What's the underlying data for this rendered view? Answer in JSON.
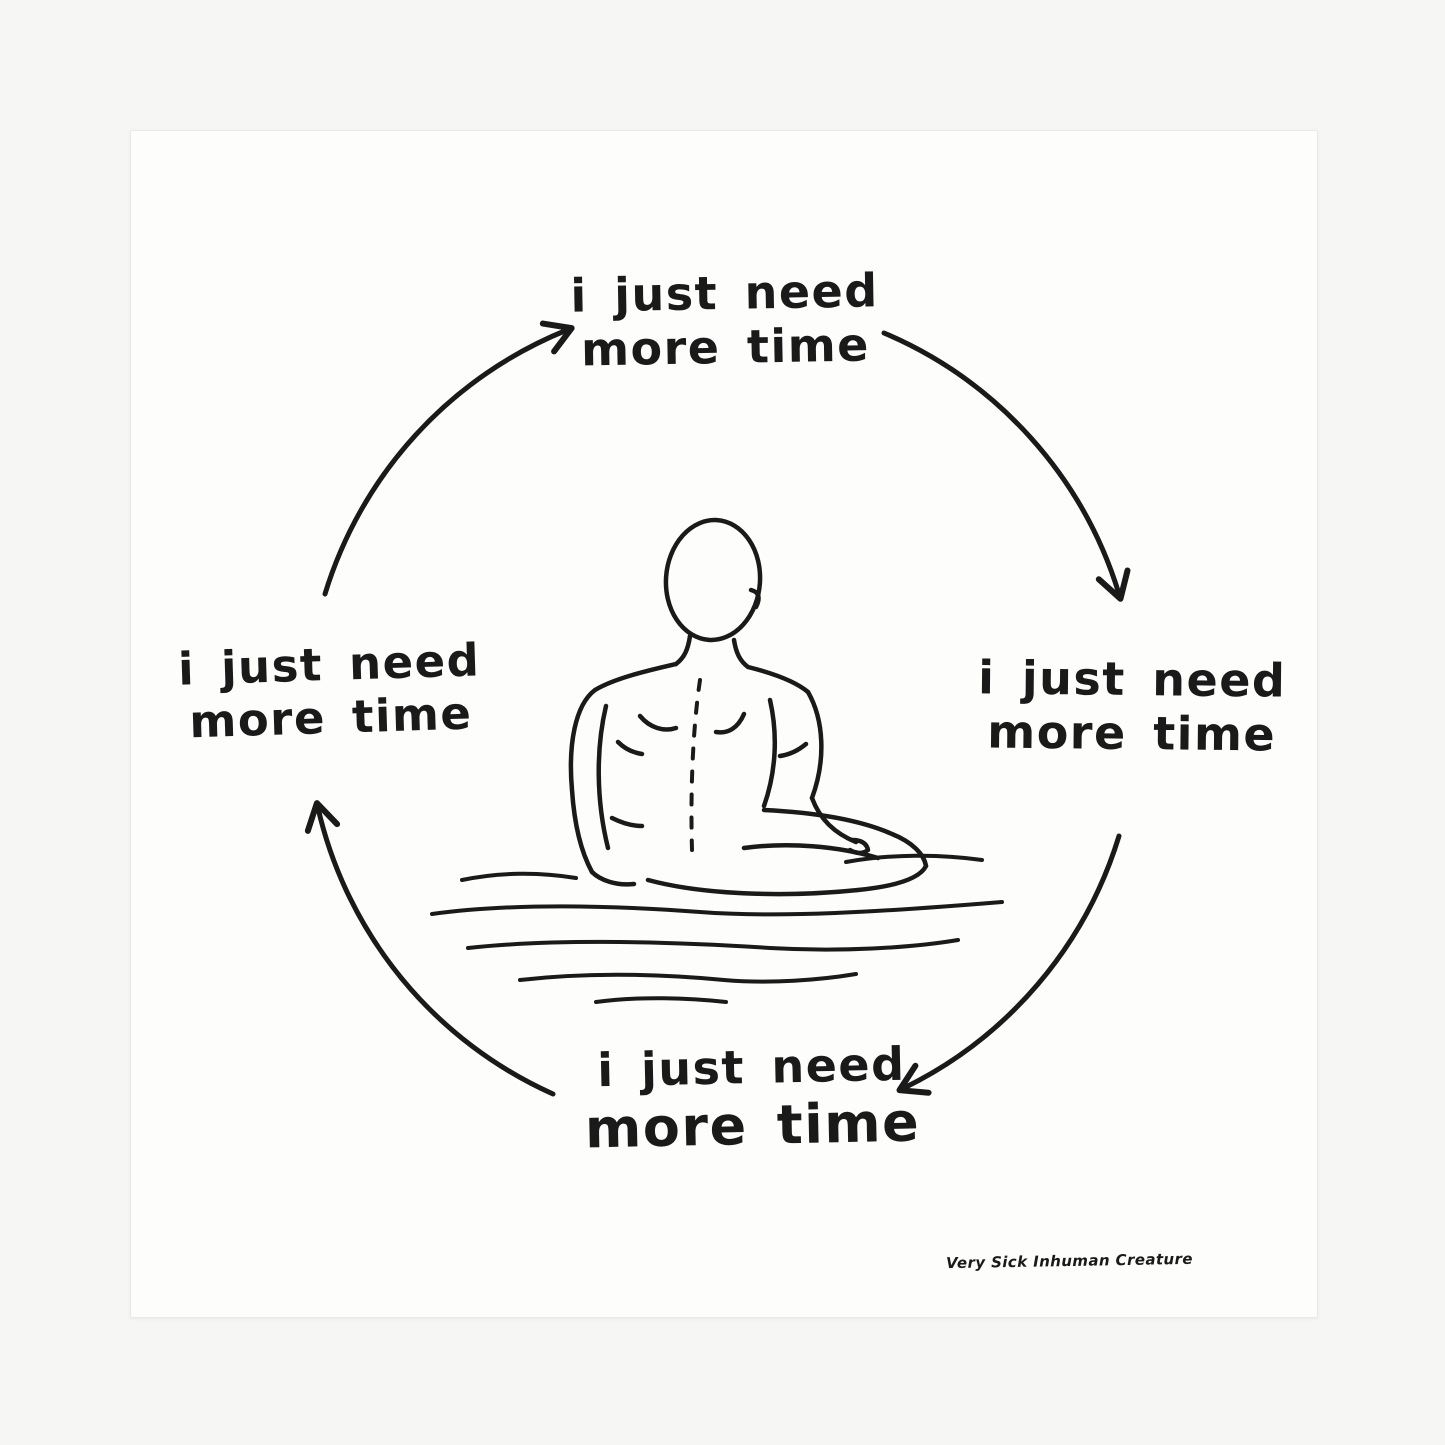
{
  "colors": {
    "bg": "#f6f6f4",
    "paper": "#fdfdfc",
    "ink": "#1a1a1a",
    "edge": "#e9e9e6"
  },
  "poster": {
    "cycle_direction": "clockwise",
    "cycle_labels": [
      {
        "position": "top",
        "line1": "i just need",
        "line2": "more time"
      },
      {
        "position": "right",
        "line1": "i just need",
        "line2": "more time"
      },
      {
        "position": "bottom",
        "line1": "i just need",
        "line2": "more time"
      },
      {
        "position": "left",
        "line1": "i just need",
        "line2": "more time"
      }
    ],
    "signature": "Very Sick Inhuman Creature",
    "illustration": "ink sketch of a thin person seen from behind, sitting cross-legged in rippling water"
  }
}
